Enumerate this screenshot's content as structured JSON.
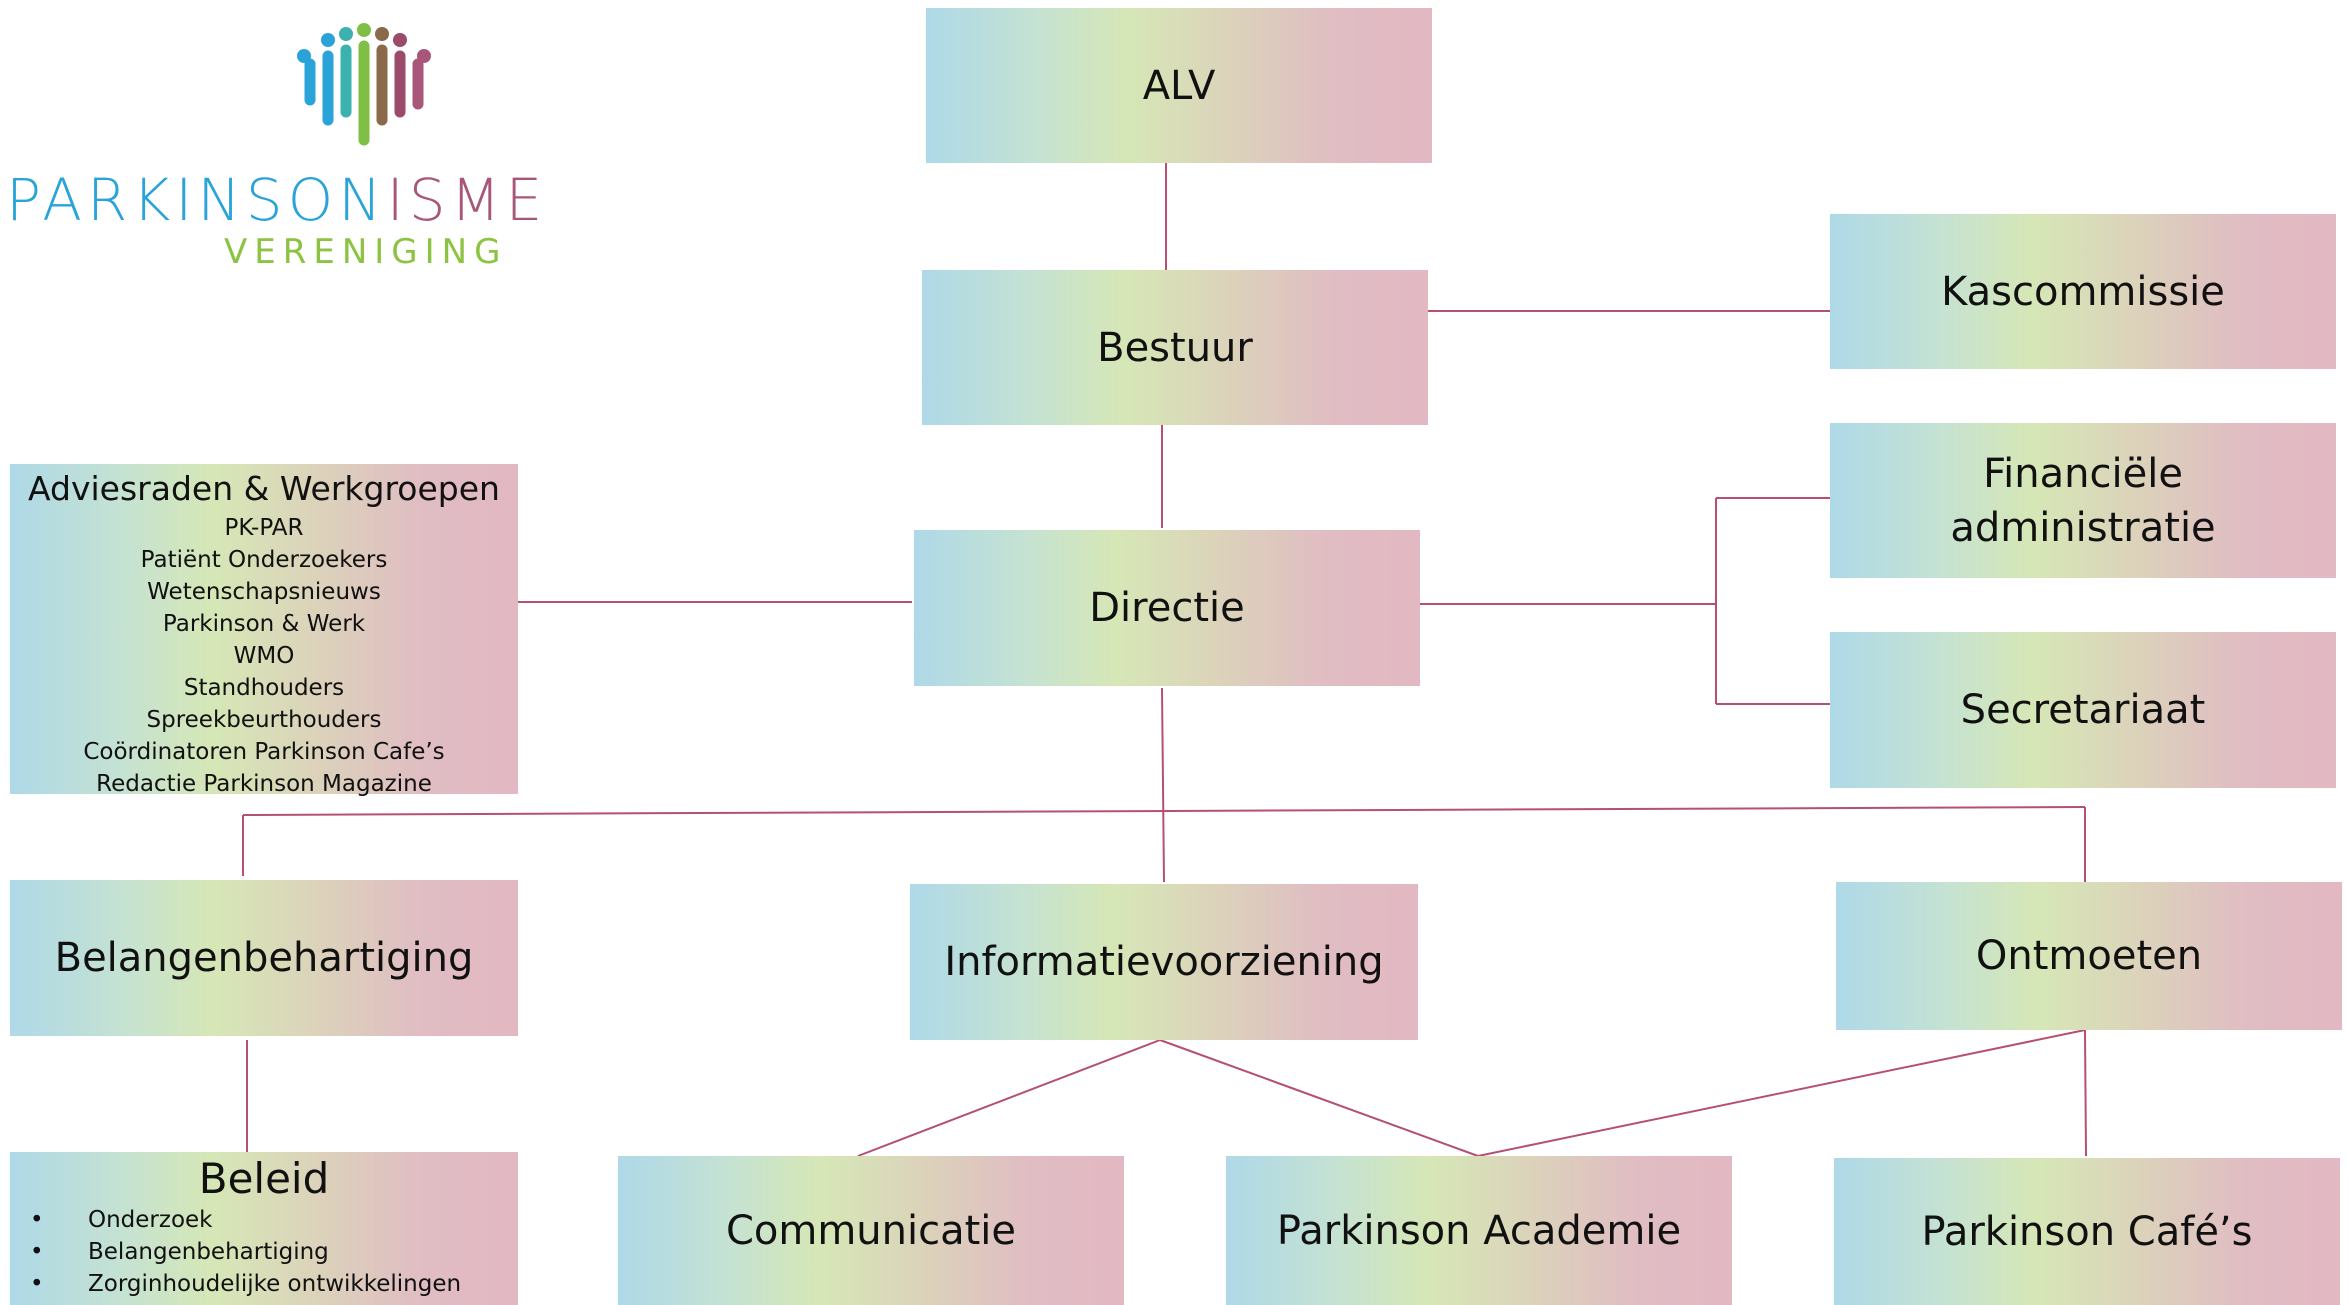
{
  "logo": {
    "name_part1": "PARKINSON",
    "name_part2": "ISME",
    "subtitle": "VERENIGING"
  },
  "nodes": {
    "alv": "ALV",
    "bestuur": "Bestuur",
    "kascommissie": "Kascommissie",
    "directie": "Directie",
    "financiele_line1": "Financiële",
    "financiele_line2": "administratie",
    "secretariaat": "Secretariaat",
    "belangenbehartiging": "Belangenbehartiging",
    "informatievoorziening": "Informatievoorziening",
    "ontmoeten": "Ontmoeten",
    "communicatie": "Communicatie",
    "academie": "Parkinson Academie",
    "cafes": "Parkinson Café’s"
  },
  "adviesraden": {
    "title": "Adviesraden & Werkgroepen",
    "items": [
      "PK-PAR",
      "Patiënt Onderzoekers",
      "Wetenschapsnieuws",
      "Parkinson & Werk",
      "WMO",
      "Standhouders",
      "Spreekbeurthouders",
      "Coördinatoren Parkinson Cafe’s",
      "Redactie Parkinson Magazine"
    ]
  },
  "beleid": {
    "title": "Beleid",
    "bullet": "•",
    "items": [
      "Onderzoek",
      "Belangenbehartiging",
      "Zorginhoudelijke ontwikkelingen"
    ]
  },
  "colors": {
    "connector": "#b5506e",
    "gradient_left": "#aed9e8",
    "gradient_mid": "#d6e7b6",
    "gradient_right": "#e2b8c2",
    "logo_blue": "#2aa3d8",
    "logo_plum": "#a8567a",
    "logo_green": "#8cc342"
  }
}
